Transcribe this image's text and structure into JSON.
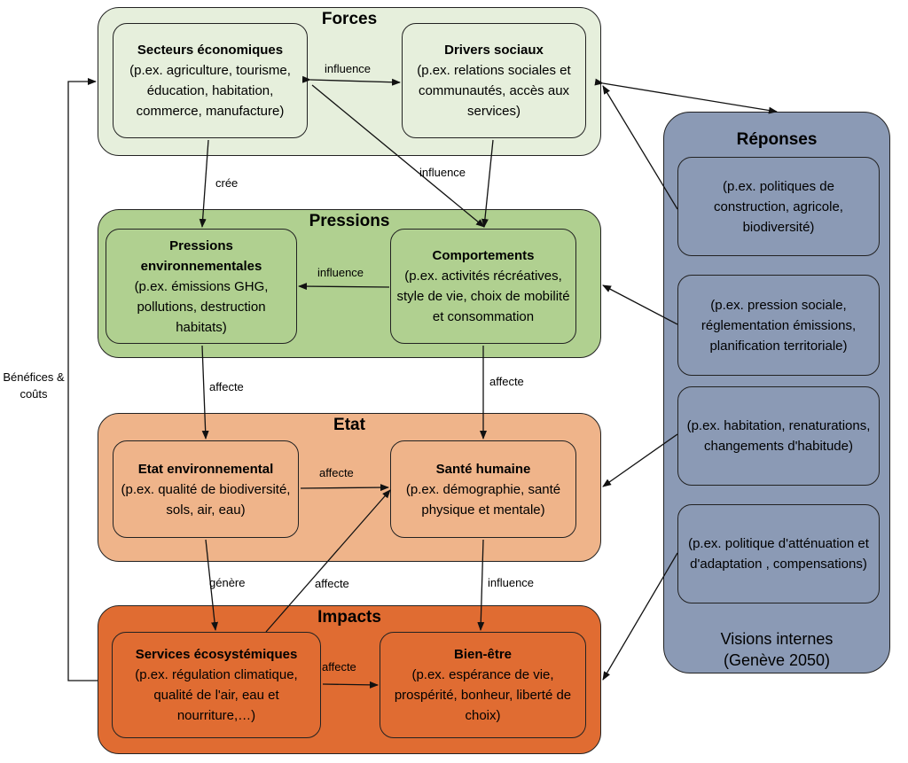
{
  "groups": {
    "forces": "Forces",
    "pressions": "Pressions",
    "etat": "Etat",
    "impacts": "Impacts",
    "reponses": "Réponses"
  },
  "boxes": {
    "secteurs": {
      "title": "Secteurs économiques",
      "desc": "(p.ex. agriculture, tourisme, éducation, habitation, commerce, manufacture)"
    },
    "drivers": {
      "title": "Drivers sociaux",
      "desc": "(p.ex. relations sociales et communautés, accès aux services)"
    },
    "pressions_env": {
      "title": "Pressions environnementales",
      "desc": "(p.ex. émissions GHG, pollutions, destruction habitats)"
    },
    "comportements": {
      "title": "Comportements",
      "desc": "(p.ex. activités récréatives, style de vie, choix de mobilité et consommation"
    },
    "etat_env": {
      "title": "Etat environnemental",
      "desc": "(p.ex. qualité de biodiversité, sols, air, eau)"
    },
    "sante": {
      "title": "Santé humaine",
      "desc": "(p.ex. démographie, santé physique et mentale)"
    },
    "services": {
      "title": "Services écosystémiques",
      "desc": "(p.ex. régulation climatique, qualité de l'air, eau et nourriture,…)"
    },
    "bienetre": {
      "title": "Bien-être",
      "desc": "(p.ex. espérance de vie, prospérité, bonheur, liberté de choix)"
    }
  },
  "responses": [
    "(p.ex. politiques de construction, agricole, biodiversité)",
    "(p.ex. pression sociale, réglementation émissions, planification territoriale)",
    "(p.ex. habitation, renaturations, changements d'habitude)",
    "(p.ex. politique d'atténuation et d'adaptation , compensations)"
  ],
  "visions": "Visions internes (Genève 2050)",
  "edge_labels": {
    "influence_top": "influence",
    "influence_diag": "influence",
    "cree": "crée",
    "influence_mid": "influence",
    "affecte_left": "affecte",
    "affecte_right": "affecte",
    "affecte_etat": "affecte",
    "genere": "génère",
    "affecte_diag": "affecte",
    "influence_bottom": "influence",
    "affecte_impacts": "affecte",
    "benefices": "Bénéfices & coûts"
  }
}
